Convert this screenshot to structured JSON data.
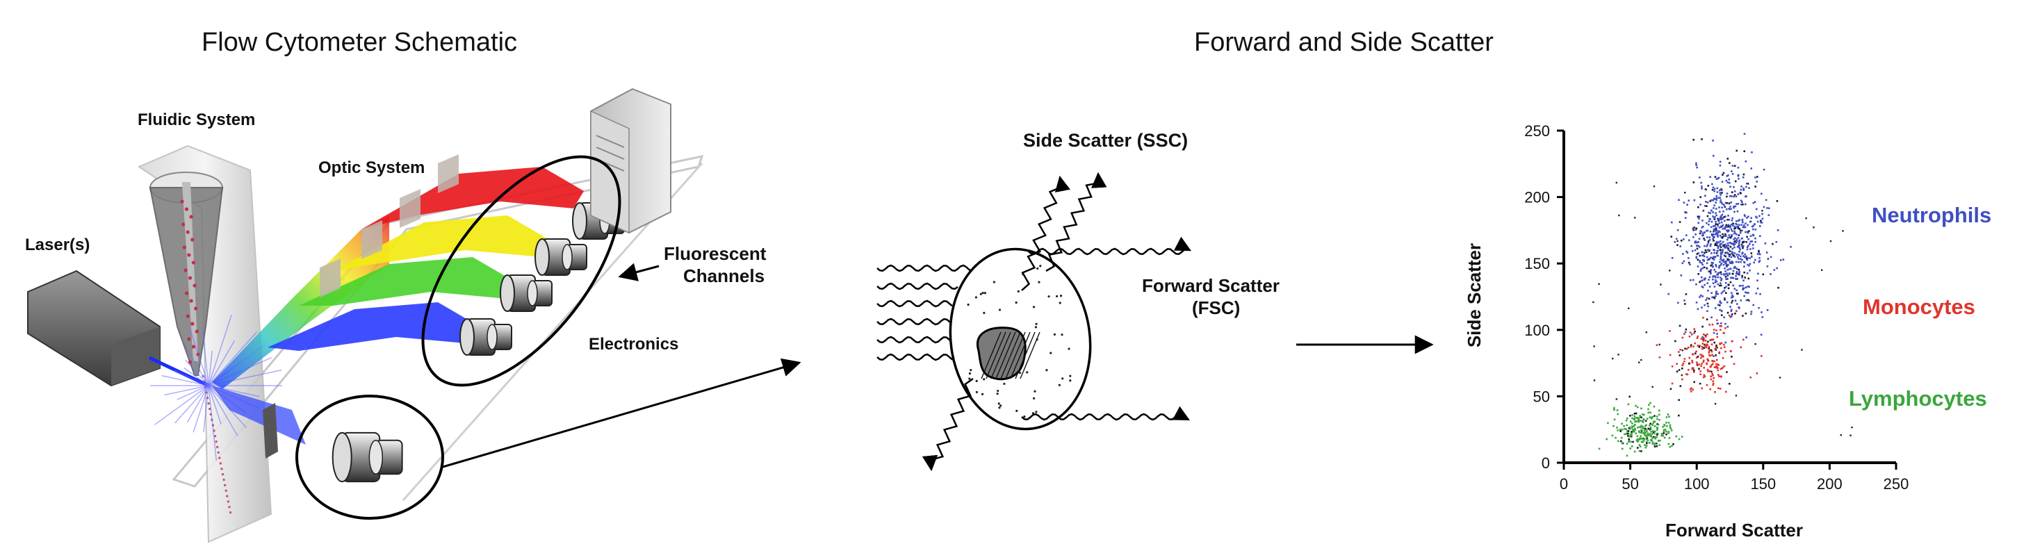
{
  "titles": {
    "left": "Flow Cytometer Schematic",
    "right": "Forward and Side Scatter"
  },
  "schematic_labels": {
    "fluidic": "Fluidic System",
    "optic": "Optic System",
    "laser": "Laser(s)",
    "fluorescent_line1": "Fluorescent",
    "fluorescent_line2": "Channels",
    "electronics": "Electronics"
  },
  "scatter_diagram_labels": {
    "ssc": "Side Scatter (SSC)",
    "fsc_line1": "Forward  Scatter",
    "fsc_line2": "(FSC)"
  },
  "colors": {
    "neutrophils": "#3f4fc4",
    "monocytes": "#e0342c",
    "lymphocytes": "#3aa63c",
    "laser_blue": "#1a2cff",
    "beam_red": "#e8151b",
    "beam_yellow": "#f2ea17",
    "beam_green": "#48d22b"
  },
  "chart_data": {
    "type": "scatter",
    "xlabel": "Forward Scatter",
    "ylabel": "Side Scatter",
    "xlim": [
      0,
      250
    ],
    "ylim": [
      0,
      250
    ],
    "xticks": [
      0,
      50,
      100,
      150,
      200,
      250
    ],
    "yticks": [
      0,
      50,
      100,
      150,
      200,
      250
    ],
    "grid": false,
    "series": [
      {
        "name": "Neutrophils",
        "color": "#3f4fc4",
        "center": [
          120,
          165
        ],
        "spread": [
          15,
          28
        ],
        "count": 900
      },
      {
        "name": "Monocytes",
        "color": "#e0342c",
        "center": [
          105,
          80
        ],
        "spread": [
          12,
          12
        ],
        "count": 220
      },
      {
        "name": "Lymphocytes",
        "color": "#3aa63c",
        "center": [
          60,
          25
        ],
        "spread": [
          11,
          8
        ],
        "count": 280
      }
    ]
  }
}
